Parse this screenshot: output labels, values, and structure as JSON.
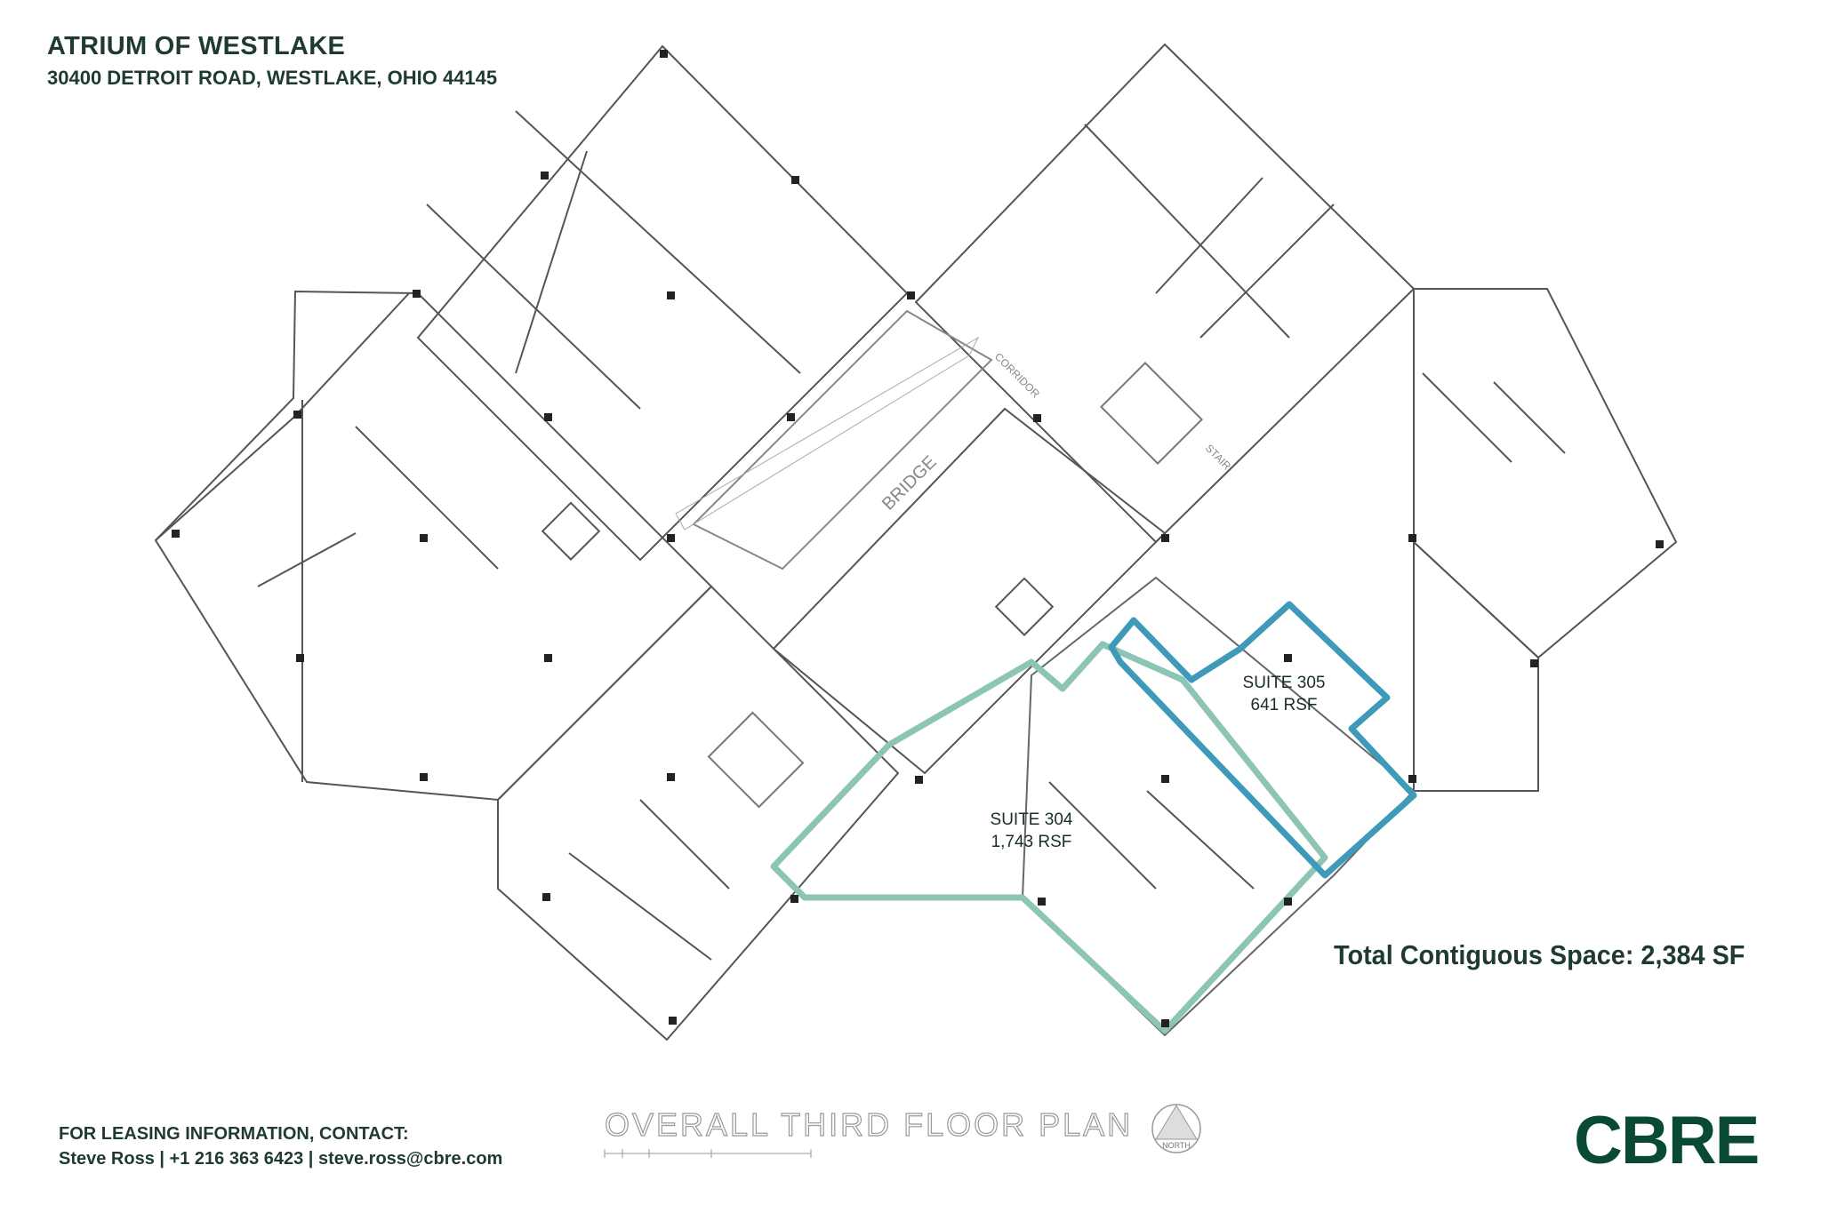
{
  "header": {
    "title": "ATRIUM OF WESTLAKE",
    "address": "30400 DETROIT ROAD, WESTLAKE, OHIO 44145"
  },
  "plan": {
    "labels": {
      "bridge": "BRIDGE",
      "corridor": "CORRIDOR",
      "stair": "STAIR"
    },
    "suites": [
      {
        "name": "SUITE 305",
        "area": "641 RSF",
        "color": "#3e9ab8"
      },
      {
        "name": "SUITE 304",
        "area": "1,743 RSF",
        "color": "#8cc4b6"
      }
    ],
    "caption": "OVERALL THIRD FLOOR PLAN",
    "north": "NORTH"
  },
  "summary": {
    "total": "Total Contiguous Space: 2,384 SF"
  },
  "contact": {
    "heading": "FOR LEASING INFORMATION, CONTACT:",
    "line": "Steve Ross | +1 216 363 6423 | steve.ross@cbre.com"
  },
  "brand": {
    "logo": "CBRE",
    "color": "#0a4a34"
  }
}
